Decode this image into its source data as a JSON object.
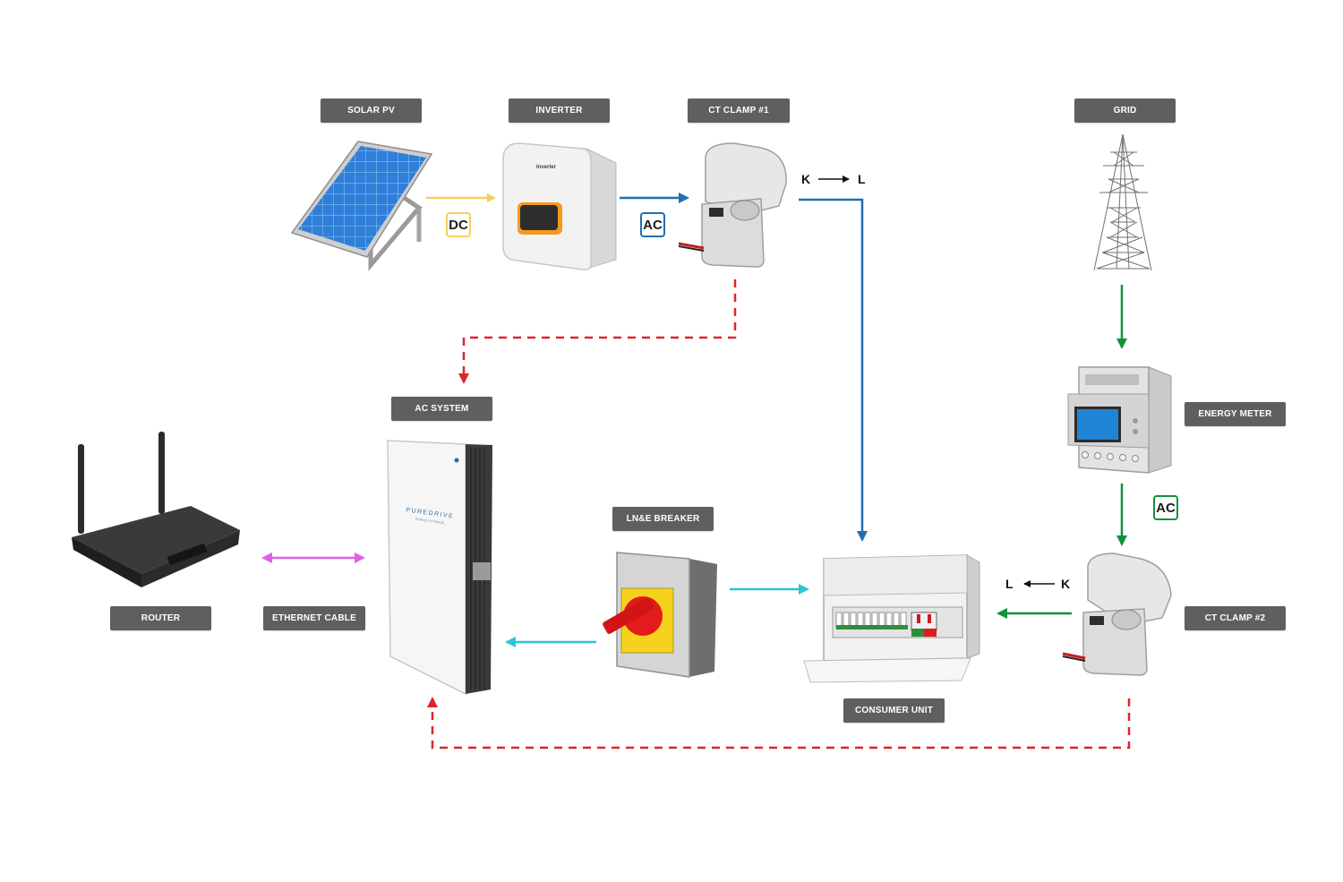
{
  "labels": {
    "solar_pv": "SOLAR PV",
    "inverter": "INVERTER",
    "ct_clamp_1": "CT CLAMP #1",
    "grid": "GRID",
    "ac_system": "AC SYSTEM",
    "energy_meter": "ENERGY METER",
    "ln_e_breaker": "LN&E BREAKER",
    "router": "ROUTER",
    "ethernet_cable": "ETHERNET CABLE",
    "ct_clamp_2": "CT CLAMP #2",
    "consumer_unit": "CONSUMER UNIT"
  },
  "tags": {
    "dc": "DC",
    "ac_inverter": "AC",
    "ac_meter": "AC"
  },
  "ct1_direction": {
    "from": "K",
    "to": "L"
  },
  "ct2_direction": {
    "from": "K",
    "to": "L"
  },
  "device_text": {
    "inverter_brand": "Inverter",
    "battery_brand": "PUREDRIVE",
    "battery_sub": "ENERGY STORAGE"
  },
  "colors": {
    "dc_flow": "#f5cf5a",
    "ac_flow": "#1f6fb5",
    "ct_signal": "#e0232b",
    "grid_flow": "#12913c",
    "breaker_flow": "#2ec4d6",
    "ethernet": "#df5fe8",
    "label_bg": "#5f5f5f"
  },
  "icons": [
    "solar-panel-icon",
    "inverter-icon",
    "ct-clamp-icon",
    "pylon-icon",
    "battery-icon",
    "energy-meter-icon",
    "isolator-switch-icon",
    "router-icon",
    "consumer-unit-icon"
  ]
}
